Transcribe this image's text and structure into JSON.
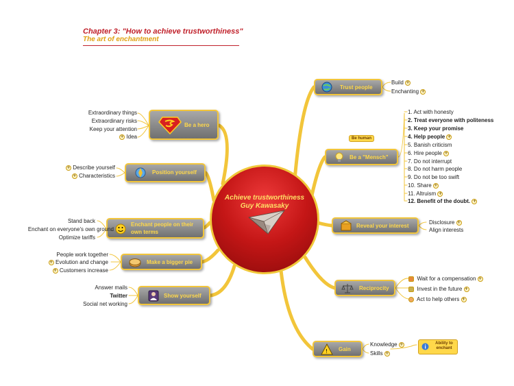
{
  "header": {
    "title": "Chapter 3: \"How to achieve trustworthiness\"",
    "subtitle": "The art of enchantment"
  },
  "center": {
    "line1": "Achieve trustworthiness",
    "line2": "Guy Kawasaky"
  },
  "branches": {
    "trust_people": {
      "label": "Trust people",
      "items": [
        "Build",
        "Enchanting"
      ]
    },
    "be_mensch": {
      "label": "Be a \"Mensch\"",
      "tag": "Be human",
      "items": [
        "1. Act with honesty",
        "2. Treat everyone with politeness",
        "3. Keep your promise",
        "4. Help people",
        "5. Banish criticism",
        "6. Hire people",
        "7. Do not interrupt",
        "8. Do not harm people",
        "9. Do not be too swift",
        "10. Share",
        "11. Altruism",
        "12. Benefit of the doubt."
      ]
    },
    "reveal_interest": {
      "label": "Reveal your interest",
      "items": [
        "Disclosure",
        "Align interests"
      ]
    },
    "reciprocity": {
      "label": "Reciprocity",
      "items": [
        "Wait for a compensation",
        "Invest in the future",
        "Act to help others"
      ]
    },
    "gain": {
      "label": "Gain",
      "items": [
        "Knowledge",
        "Skills"
      ],
      "callout": "Ability to enchant"
    },
    "be_hero": {
      "label": "Be a hero",
      "items": [
        "Extraordinary things",
        "Extraordinary risks",
        "Keep your attention",
        "Idea"
      ]
    },
    "position_yourself": {
      "label": "Position yourself",
      "items": [
        "Describe yourself",
        "Characteristics"
      ]
    },
    "enchant_people": {
      "label": "Enchant people on their own terms",
      "items": [
        "Stand back",
        "Enchant on everyone's own ground",
        "Optimize tariffs"
      ]
    },
    "bigger_pie": {
      "label": "Make a bigger pie",
      "items": [
        "People work together",
        "Evolution and change",
        "Customers increase"
      ]
    },
    "show_yourself": {
      "label": "Show yourself",
      "items": [
        "Answer mails",
        "Twitter",
        "Social net working"
      ]
    }
  },
  "colors": {
    "branch_line": "#f2c53a",
    "center_fill": "#c41616",
    "node_fill": "#8c8c8c",
    "node_text": "#ffd84a",
    "header_red": "#c0202a",
    "header_gold": "#e0a010"
  }
}
